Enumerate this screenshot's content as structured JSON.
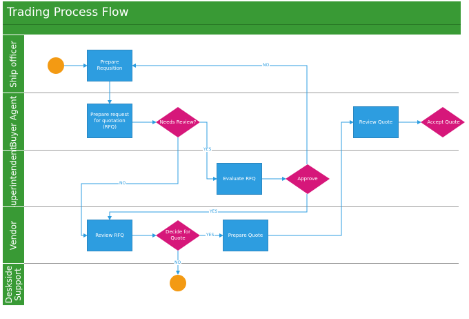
{
  "title": "Trading Process Flow",
  "lanes": [
    "Ship officer",
    "Buyer Agent",
    "Superintendent",
    "Vendor",
    "Deskside Support"
  ],
  "nodes": {
    "prepare_requisition": "Prepare Requsition",
    "prepare_request": "Prepare request for quotation (RFQ)",
    "needs_review": "Needs Review?",
    "evaluate_rfq": "Evaluate RFQ",
    "approve": "Approve",
    "review_rfq": "Review RFQ",
    "decide_for_quote": "Decide for Quote",
    "prepare_quote": "Prepare Quote",
    "review_quote": "Review Quote",
    "accept_quote": "Accept Quote"
  },
  "edge_labels": {
    "approve_no": "NO",
    "needs_review_yes": "YES",
    "needs_review_no": "NO",
    "approve_yes": "YES",
    "decide_yes": "YES",
    "decide_no": "NO"
  },
  "colors": {
    "lane_header": "#399a35",
    "process": "#2d9de0",
    "decision": "#d6177a",
    "terminal": "#f39a13",
    "connector": "#2d9de0"
  }
}
